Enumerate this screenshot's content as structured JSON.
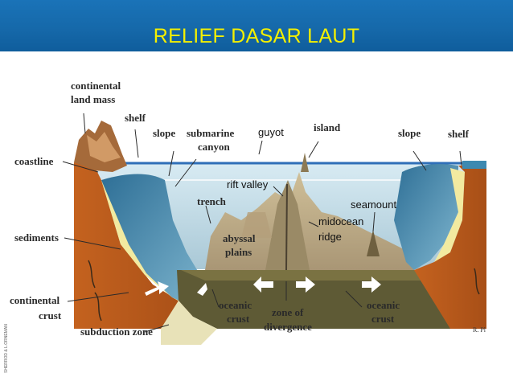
{
  "slide": {
    "title": "RELIEF DASAR LAUT"
  },
  "labels": {
    "continental_land_mass_1": "continental",
    "continental_land_mass_2": "land mass",
    "shelf_left": "shelf",
    "slope_left": "slope",
    "submarine_canyon_1": "submarine",
    "submarine_canyon_2": "canyon",
    "coastline": "coastline",
    "trench": "trench",
    "sediments": "sediments",
    "abyssal_plains_1": "abyssal",
    "abyssal_plains_2": "plains",
    "continental_crust_1": "continental",
    "continental_crust_2": "crust",
    "subduction_zone": "subduction zone",
    "oceanic_crust_left_1": "oceanic",
    "oceanic_crust_left_2": "crust",
    "zone_of_divergence_1": "zone of",
    "zone_of_divergence_2": "divergence",
    "oceanic_crust_right_1": "oceanic",
    "oceanic_crust_right_2": "crust",
    "guyot": "guyot",
    "island": "island",
    "slope_right": "slope",
    "shelf_right": "shelf",
    "rift_valley": "rift valley",
    "seamount": "seamount",
    "midocean_ridge_1": "midocean",
    "midocean_ridge_2": "ridge",
    "initials": "R. Pl",
    "side_credit": "SHERROD & L.ORNEMAN"
  },
  "colors": {
    "header": "#1669aa",
    "title": "#f4f000",
    "sea": "#cfe3ee",
    "sea_surface": "#2f6fb8",
    "continental_crust": "#b5561a",
    "oceanic_crust": "#5e5a35",
    "sediments": "#f2eaa0",
    "slope": "#3d89b0",
    "seafloor": "#bfae8a"
  }
}
